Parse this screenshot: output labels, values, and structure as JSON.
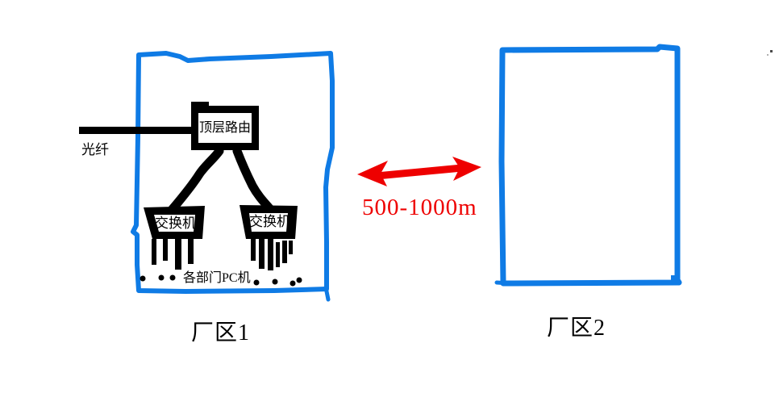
{
  "colors": {
    "site_outline": "#0F7BE5",
    "link_arrow": "#EE0000",
    "device_ink": "#000000"
  },
  "site1": {
    "name": "厂区1",
    "fiber_label": "光纤",
    "router_label": "顶层路由",
    "switch_left_label": "交换机",
    "switch_right_label": "交换机",
    "pcs_label": "各部门PC机"
  },
  "site2": {
    "name": "厂区2"
  },
  "link": {
    "distance": "500-1000m"
  }
}
